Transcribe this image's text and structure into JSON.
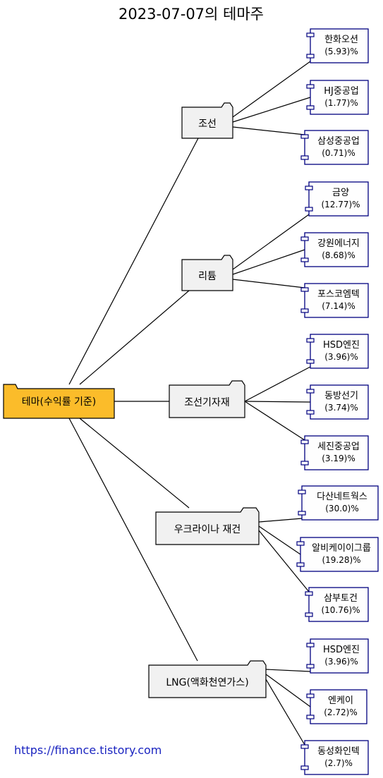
{
  "title": "2023-07-07의 테마주",
  "root": {
    "label": "테마(수익률 기준)"
  },
  "themes": [
    {
      "label": "조선",
      "stocks": [
        {
          "name": "한화오션",
          "pct": "(5.93)%"
        },
        {
          "name": "HJ중공업",
          "pct": "(1.77)%"
        },
        {
          "name": "삼성중공업",
          "pct": "(0.71)%"
        }
      ]
    },
    {
      "label": "리튬",
      "stocks": [
        {
          "name": "금양",
          "pct": "(12.77)%"
        },
        {
          "name": "강원에너지",
          "pct": "(8.68)%"
        },
        {
          "name": "포스코엠텍",
          "pct": "(7.14)%"
        }
      ]
    },
    {
      "label": "조선기자재",
      "stocks": [
        {
          "name": "HSD엔진",
          "pct": "(3.96)%"
        },
        {
          "name": "동방선기",
          "pct": "(3.74)%"
        },
        {
          "name": "세진중공업",
          "pct": "(3.19)%"
        }
      ]
    },
    {
      "label": "우크라이나 재건",
      "stocks": [
        {
          "name": "다산네트웍스",
          "pct": "(30.0)%"
        },
        {
          "name": "알비케이이그룹",
          "pct": "(19.28)%"
        },
        {
          "name": "삼부토건",
          "pct": "(10.76)%"
        }
      ]
    },
    {
      "label": "LNG(액화천연가스)",
      "stocks": [
        {
          "name": "HSD엔진",
          "pct": "(3.96)%"
        },
        {
          "name": "엔케이",
          "pct": "(2.72)%"
        },
        {
          "name": "동성화인텍",
          "pct": "(2.7)%"
        }
      ]
    }
  ],
  "footer": {
    "url": "https://finance.tistory.com"
  }
}
